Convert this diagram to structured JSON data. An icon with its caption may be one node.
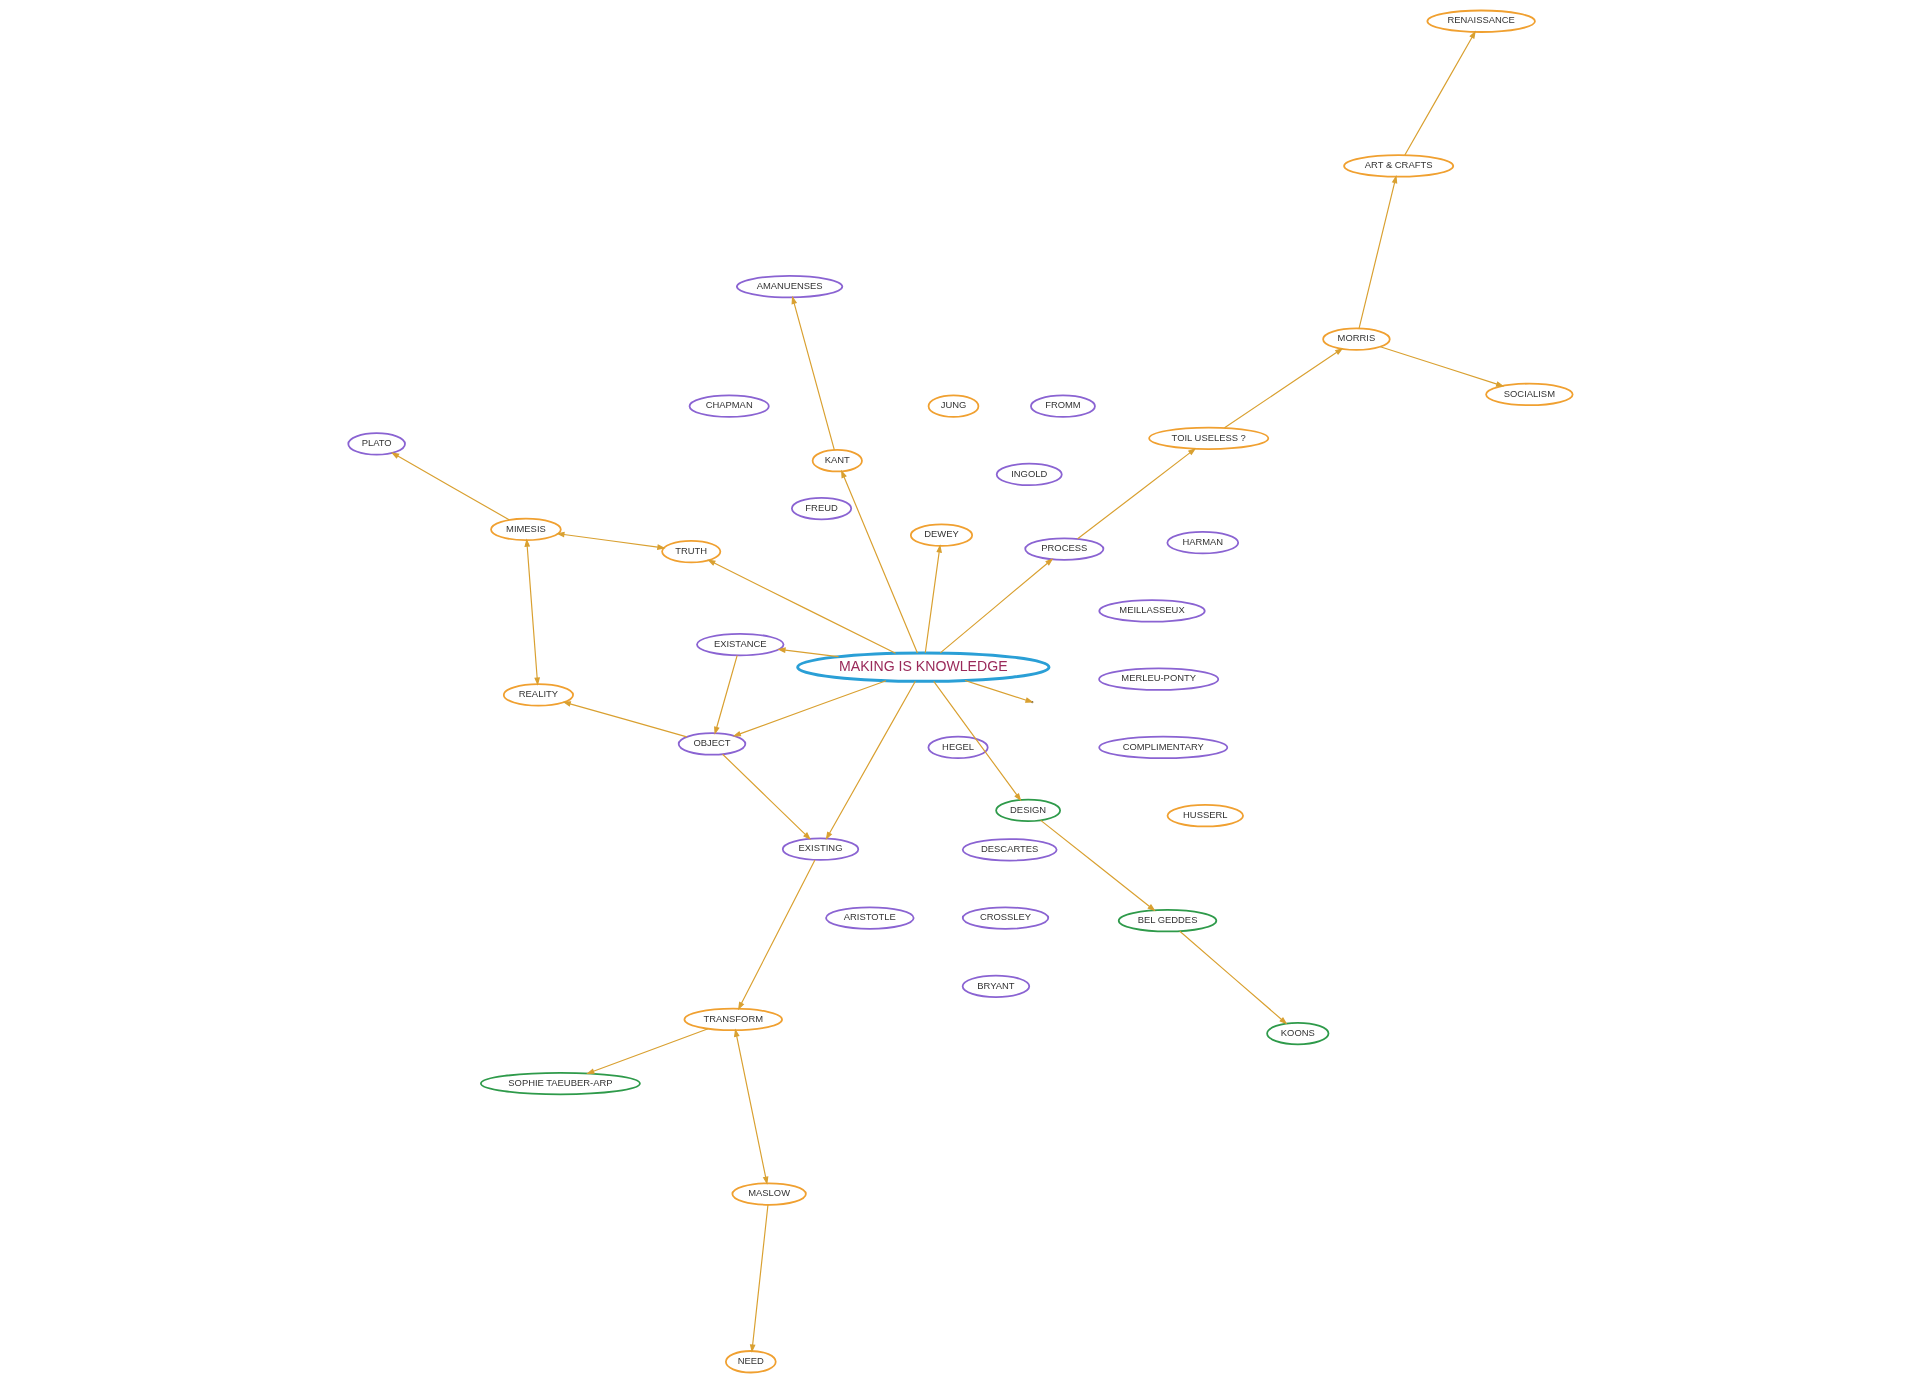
{
  "diagram": {
    "nodes": [
      {
        "text": [
          "HEGEL"
        ]
      },
      {
        "text": [
          "JUNG"
        ]
      },
      {
        "text": [
          "HUSSERL"
        ]
      },
      {
        "text": [
          "COMPLIMENTARY"
        ]
      },
      {
        "text": [
          "REALITY"
        ]
      },
      {
        "text": [
          "BEL GEDDES"
        ]
      },
      {
        "text": [
          "KOONS"
        ]
      },
      {
        "text": [
          "EXISTANCE"
        ]
      },
      {
        "text": [
          "HARMAN"
        ]
      },
      {
        "text": [
          "OBJECT"
        ]
      },
      {
        "text": [
          "MIMESIS"
        ]
      },
      {
        "text": [
          "PLATO"
        ]
      },
      {
        "text": [
          "INGOLD"
        ]
      },
      {
        "text": [
          "DESIGN"
        ]
      },
      {
        "text": [
          "EXISTING"
        ]
      },
      {
        "text": [
          "MAKING IS KNOWLEDGE"
        ]
      },
      {
        "text": [
          "CROSSLEY"
        ]
      },
      {
        "text": [
          "FREUD"
        ]
      },
      {
        "text": [
          "TRANSFORM"
        ]
      },
      {
        "text": [
          "ARISTOTLE"
        ]
      },
      {
        "text": [
          "NEED"
        ]
      },
      {
        "text": [
          "MERLEU-PONTY"
        ]
      },
      {
        "text": [
          "TRUTH"
        ]
      },
      {
        "text": [
          "KANT"
        ]
      },
      {
        "text": [
          "SOPHIE TAEUBER-ARP"
        ]
      },
      {
        "text": [
          "MASLOW"
        ]
      },
      {
        "text": [
          "RENAISSANCE"
        ]
      },
      {
        "text": [
          "MEILLASSEUX"
        ]
      },
      {
        "text": [
          "PROCESS"
        ]
      },
      {
        "text": [
          "FROMM"
        ]
      },
      {
        "text": [
          "DEWEY"
        ]
      },
      {
        "text": [
          "CHAPMAN"
        ]
      },
      {
        "text": [
          "DESCARTES"
        ]
      },
      {
        "text": [
          "BRYANT"
        ]
      },
      {
        "text": [
          "AMANUENSES"
        ]
      },
      {
        "text": [
          "TOIL USELESS ?"
        ]
      },
      {
        "text": [
          "SOCIALISM"
        ]
      },
      {
        "text": [
          "MORRIS"
        ]
      },
      {
        "text": [
          "ART & CRAFTS"
        ]
      }
    ],
    "edges": [
      {
        "from": 15,
        "to": 7,
        "arrow": "to"
      },
      {
        "from": 15,
        "to": 9,
        "arrow": "to"
      },
      {
        "from": 15,
        "to": 14,
        "arrow": "to"
      },
      {
        "from": 15,
        "to": 22,
        "arrow": "to"
      },
      {
        "from": 15,
        "to": null,
        "arrow": "to"
      },
      {
        "from": 15,
        "to": 13,
        "arrow": "to"
      },
      {
        "from": 15,
        "to": 23,
        "arrow": "to"
      },
      {
        "from": 15,
        "to": 30,
        "arrow": "to"
      },
      {
        "from": 15,
        "to": 28,
        "arrow": "to"
      },
      {
        "from": 7,
        "to": 9,
        "arrow": "to"
      },
      {
        "from": 9,
        "to": 4,
        "arrow": "to"
      },
      {
        "from": 4,
        "to": 10,
        "arrow": "both"
      },
      {
        "from": 9,
        "to": 14,
        "arrow": "to"
      },
      {
        "from": 10,
        "to": 11,
        "arrow": "to"
      },
      {
        "from": 14,
        "to": 18,
        "arrow": "to"
      },
      {
        "from": 22,
        "to": 10,
        "arrow": "both"
      },
      {
        "from": 18,
        "to": 24,
        "arrow": "to"
      },
      {
        "from": 18,
        "to": 25,
        "arrow": "both"
      },
      {
        "from": 25,
        "to": 20,
        "arrow": "to"
      },
      {
        "from": 13,
        "to": 5,
        "arrow": "to"
      },
      {
        "from": 5,
        "to": 6,
        "arrow": "to"
      },
      {
        "from": 23,
        "to": 34,
        "arrow": "to"
      },
      {
        "from": 28,
        "to": 35,
        "arrow": "to"
      },
      {
        "from": 35,
        "to": 37,
        "arrow": "to"
      },
      {
        "from": 37,
        "to": 36,
        "arrow": "to"
      },
      {
        "from": 37,
        "to": 38,
        "arrow": "to"
      },
      {
        "from": 38,
        "to": 26,
        "arrow": "to"
      }
    ]
  }
}
